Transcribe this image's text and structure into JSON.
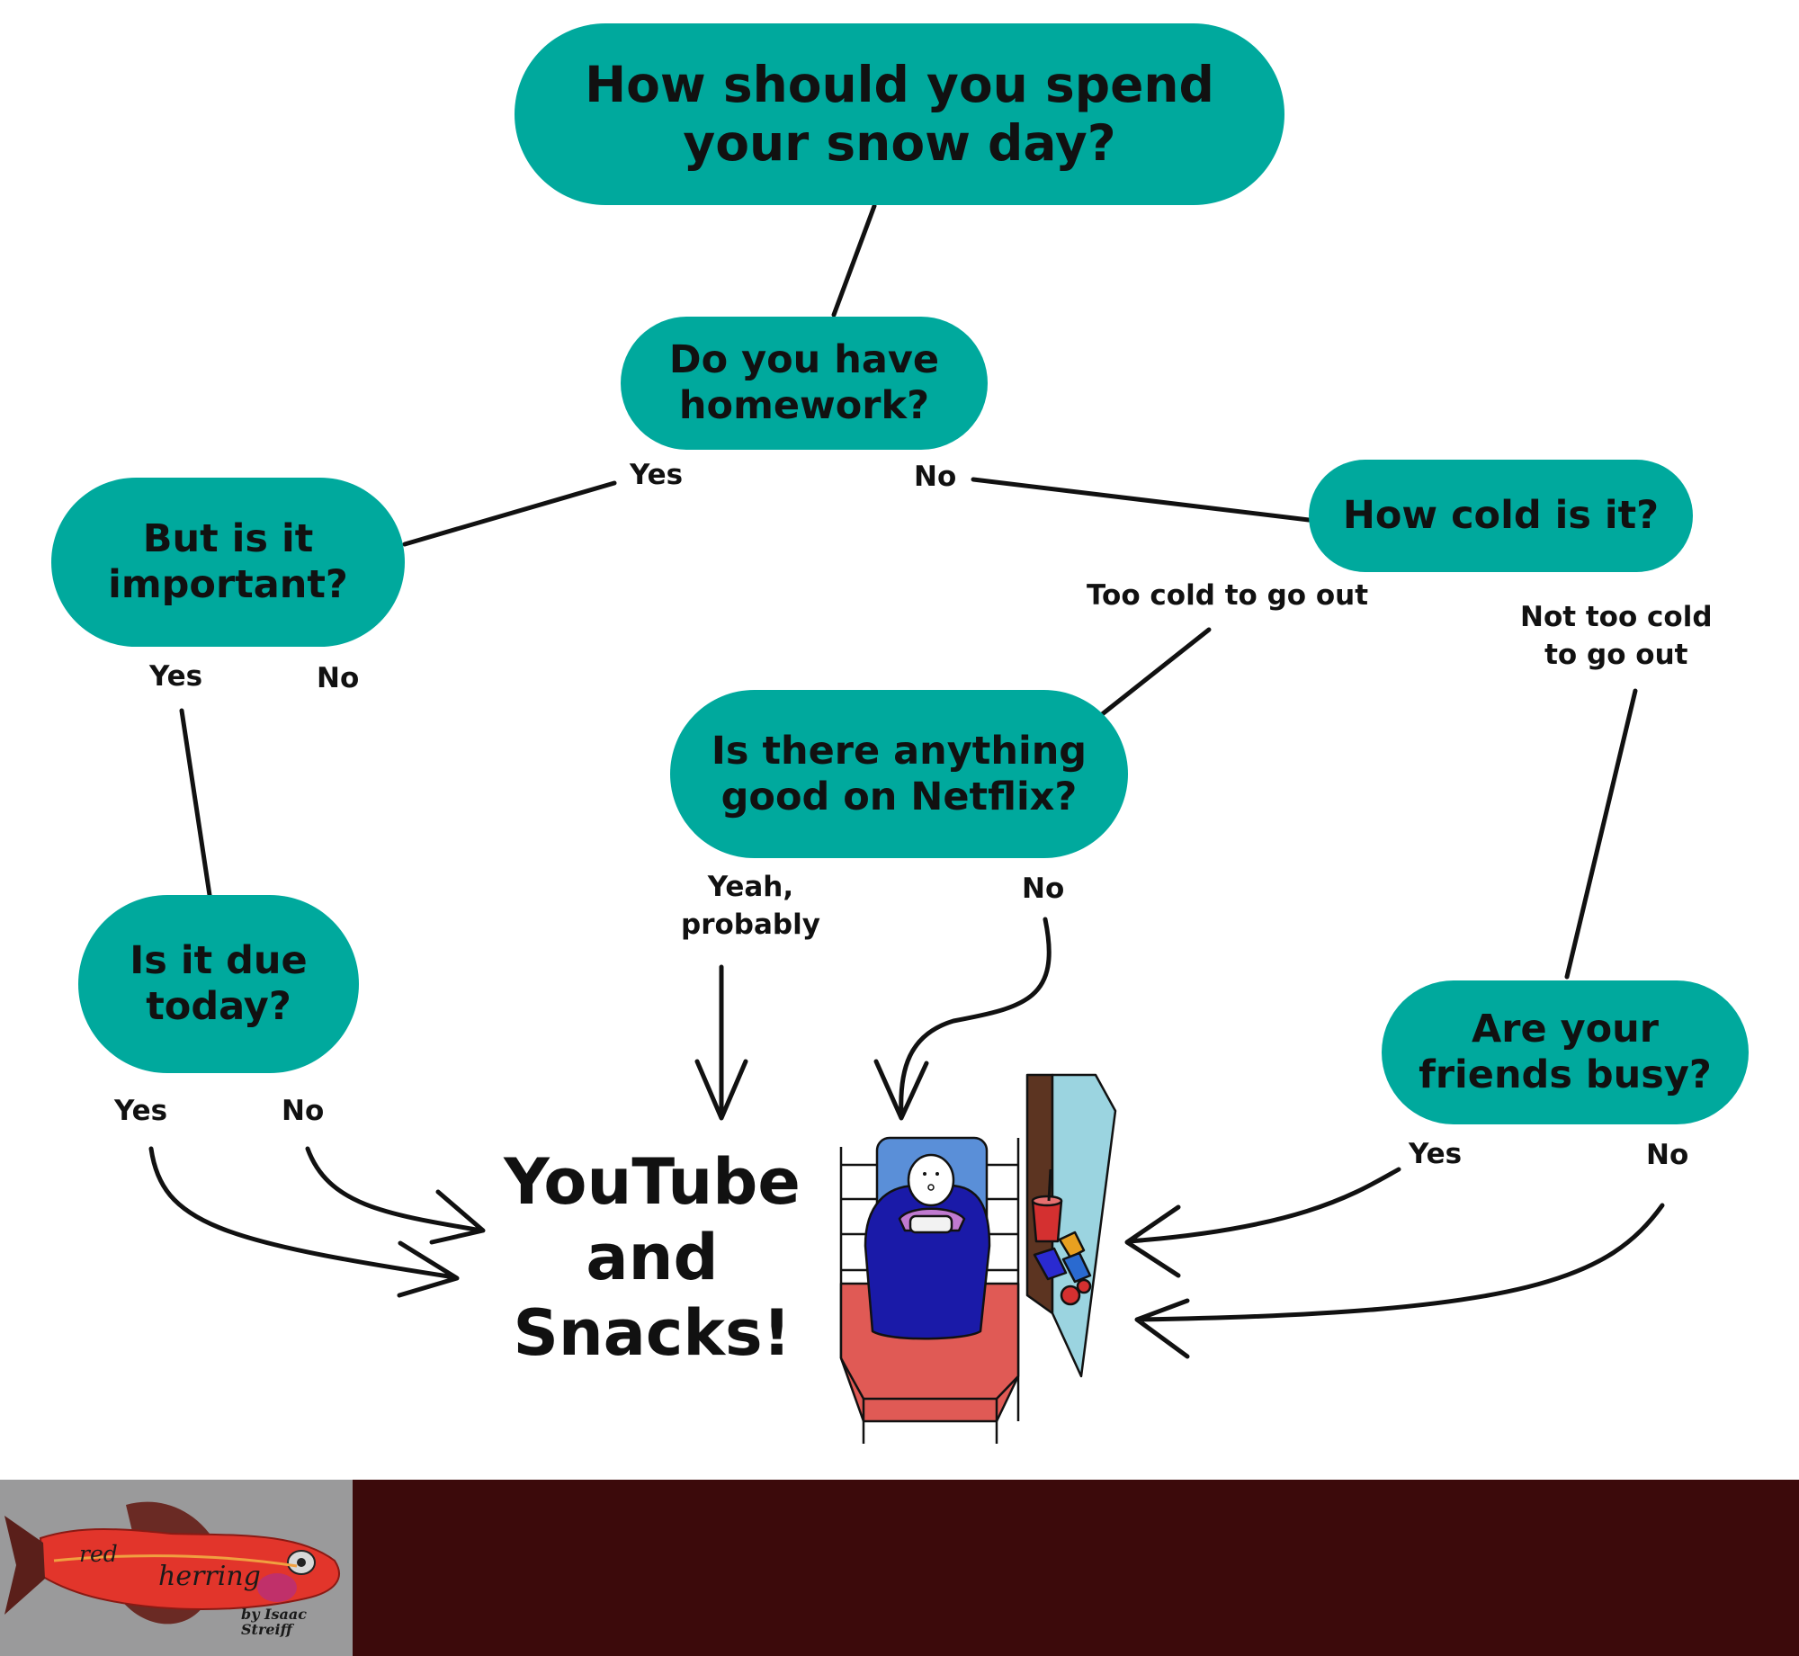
{
  "nodes": {
    "start": "How should you spend\nyour snow day?",
    "homework": "Do you have\nhomework?",
    "important": "But is it\nimportant?",
    "due_today": "Is it due\ntoday?",
    "how_cold": "How cold is it?",
    "netflix": "Is there anything\ngood on Netflix?",
    "friends": "Are your\nfriends busy?"
  },
  "edges": {
    "homework_yes": "Yes",
    "homework_no": "No",
    "important_yes": "Yes",
    "important_no": "No",
    "due_yes": "Yes",
    "due_no": "No",
    "cold_too": "Too cold to go out",
    "cold_not": "Not too cold\nto go out",
    "netflix_yes": "Yeah,\nprobably",
    "netflix_no": "No",
    "friends_yes": "Yes",
    "friends_no": "No"
  },
  "outcome": "YouTube\nand\nSnacks!",
  "footer": {
    "logo_word1": "red",
    "logo_word2": "herring",
    "logo_byline": "by Isaac\nStreiff"
  },
  "colors": {
    "node_fill": "#00a99d",
    "footer_bg": "#3c0a0b",
    "fish_red": "#e2352b",
    "blanket_blue": "#1a1aa8",
    "bed_red": "#e05a55"
  }
}
